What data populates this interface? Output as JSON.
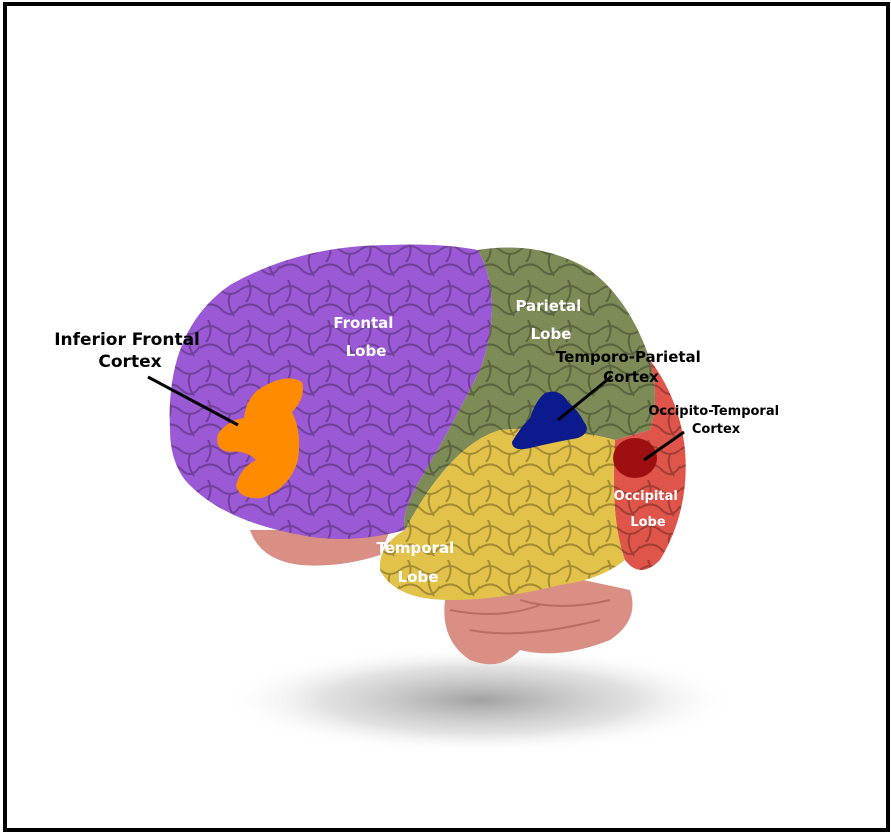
{
  "labels": {
    "frontal_lobe": [
      "Frontal",
      "Lobe"
    ],
    "parietal_lobe": [
      "Parietal",
      "Lobe"
    ],
    "temporal_lobe": [
      "Temporal",
      "Lobe"
    ],
    "occipital_lobe": [
      "Occipital",
      "Lobe"
    ],
    "inferior_frontal_cortex": [
      "Inferior Frontal",
      "Cortex"
    ],
    "temporo_parietal_cortex": [
      "Temporo-Parietal",
      "Cortex"
    ],
    "occipito_temporal_cortex": [
      "Occipito-Temporal",
      "Cortex"
    ]
  },
  "colors": {
    "frontal_lobe": "#9b59d6",
    "parietal_lobe": "#7d8b57",
    "temporal_lobe": "#e3c24a",
    "occipital_lobe": "#e0554a",
    "inferior_frontal_cortex": "#ff8c00",
    "temporo_parietal_cortex": "#0b1a8c",
    "occipito_temporal_cortex": "#9e0f12",
    "brainstem": "#d98f84",
    "frame": "#000000"
  }
}
